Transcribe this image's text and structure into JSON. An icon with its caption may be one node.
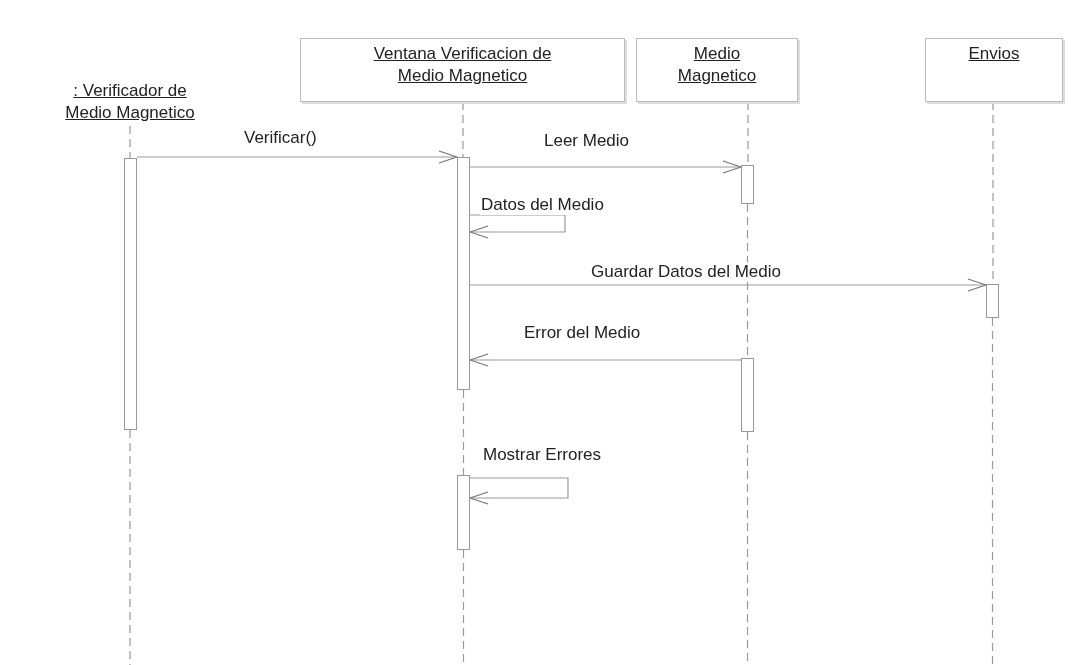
{
  "diagram": {
    "nodes": [
      {
        "text": [
          ": Verificador de Medio Magnetico"
        ]
      },
      {
        "text": [
          "Ventana Verificacion de Medio Magnetico"
        ]
      },
      {
        "text": [
          "Medio Magnetico"
        ]
      },
      {
        "text": [
          "Envios"
        ]
      },
      {
        "text": [],
        "shape": "bar"
      },
      {
        "text": [],
        "shape": "bar"
      },
      {
        "text": [],
        "shape": "bar"
      },
      {
        "text": [],
        "shape": "bar"
      },
      {
        "text": [],
        "shape": "bar"
      },
      {
        "text": [],
        "shape": "bar"
      }
    ],
    "edges": [
      {
        "from": 4,
        "to": 5,
        "arrow": "to",
        "label": "Verificar()"
      },
      {
        "from": 5,
        "to": 6,
        "arrow": "to",
        "label": "Leer Medio"
      },
      {
        "from": 5,
        "to": 5,
        "arrow": "to",
        "label": "Datos del Medio"
      },
      {
        "from": 5,
        "to": 7,
        "arrow": "to",
        "label": "Guardar Datos del Medio"
      },
      {
        "from": 8,
        "to": 5,
        "arrow": "to",
        "label": "Error del Medio"
      },
      {
        "from": 9,
        "to": 9,
        "arrow": "to",
        "label": "Mostrar Errores"
      },
      {
        "from": 0,
        "to": 4,
        "arrow": "none",
        "style": "dashed"
      },
      {
        "from": 1,
        "to": 5,
        "arrow": "none",
        "style": "dashed"
      },
      {
        "from": 5,
        "to": 9,
        "arrow": "none",
        "style": "dashed"
      },
      {
        "from": 2,
        "to": 6,
        "arrow": "none",
        "style": "dashed"
      },
      {
        "from": 6,
        "to": 8,
        "arrow": "none",
        "style": "dashed"
      },
      {
        "from": 3,
        "to": 7,
        "arrow": "none",
        "style": "dashed"
      }
    ]
  }
}
